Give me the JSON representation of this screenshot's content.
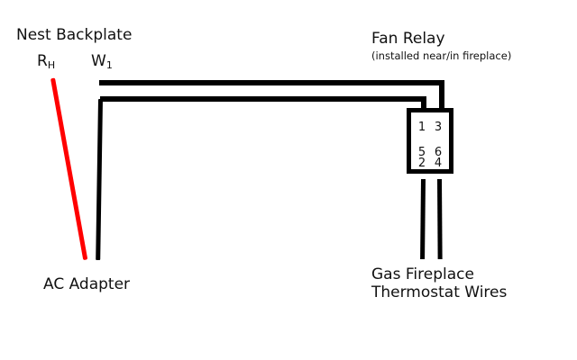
{
  "diagram": {
    "title_left": "Nest Backplate",
    "title_right": "Fan Relay",
    "subtitle_right": "(installed near/in fireplace)",
    "bottom_left_label": "AC Adapter",
    "bottom_right_label_line1": "Gas Fireplace",
    "bottom_right_label_line2": "Thermostat Wires",
    "terminals": {
      "rh_main": "R",
      "rh_sub": "H",
      "w1_main": "W",
      "w1_sub": "1"
    },
    "relay": {
      "row_top": [
        "1",
        "3"
      ],
      "row_mid": [
        "5",
        "6"
      ],
      "row_bottom": [
        "2",
        "4"
      ]
    },
    "colors": {
      "wire_rh": "#ff0000",
      "wire_w1": "#000000",
      "background": "#ffffff",
      "text": "#111111"
    }
  }
}
